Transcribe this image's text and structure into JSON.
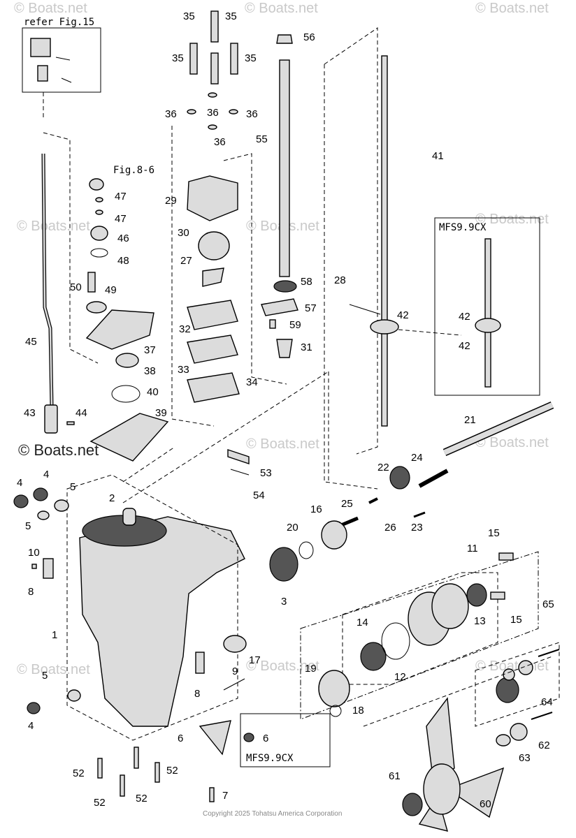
{
  "labels": [
    {
      "id": "lbl-35a",
      "text": "35"
    },
    {
      "id": "lbl-35b",
      "text": "35"
    },
    {
      "id": "lbl-35c",
      "text": "35"
    },
    {
      "id": "lbl-35d",
      "text": "35"
    },
    {
      "id": "lbl-36a",
      "text": "36"
    },
    {
      "id": "lbl-36b",
      "text": "36"
    },
    {
      "id": "lbl-36c",
      "text": "36"
    },
    {
      "id": "lbl-36d",
      "text": "36"
    },
    {
      "id": "lbl-56",
      "text": "56"
    },
    {
      "id": "lbl-55",
      "text": "55"
    },
    {
      "id": "lbl-41",
      "text": "41"
    },
    {
      "id": "lbl-47a",
      "text": "47"
    },
    {
      "id": "lbl-47b",
      "text": "47"
    },
    {
      "id": "lbl-46",
      "text": "46"
    },
    {
      "id": "lbl-48",
      "text": "48"
    },
    {
      "id": "lbl-29",
      "text": "29"
    },
    {
      "id": "lbl-30",
      "text": "30"
    },
    {
      "id": "lbl-27",
      "text": "27"
    },
    {
      "id": "lbl-50",
      "text": "50"
    },
    {
      "id": "lbl-49",
      "text": "49"
    },
    {
      "id": "lbl-58",
      "text": "58"
    },
    {
      "id": "lbl-57",
      "text": "57"
    },
    {
      "id": "lbl-59",
      "text": "59"
    },
    {
      "id": "lbl-31",
      "text": "31"
    },
    {
      "id": "lbl-28",
      "text": "28"
    },
    {
      "id": "lbl-42a",
      "text": "42"
    },
    {
      "id": "lbl-42b",
      "text": "42"
    },
    {
      "id": "lbl-42c",
      "text": "42"
    },
    {
      "id": "lbl-32",
      "text": "32"
    },
    {
      "id": "lbl-37",
      "text": "37"
    },
    {
      "id": "lbl-45",
      "text": "45"
    },
    {
      "id": "lbl-38",
      "text": "38"
    },
    {
      "id": "lbl-33",
      "text": "33"
    },
    {
      "id": "lbl-34",
      "text": "34"
    },
    {
      "id": "lbl-40",
      "text": "40"
    },
    {
      "id": "lbl-43",
      "text": "43"
    },
    {
      "id": "lbl-44",
      "text": "44"
    },
    {
      "id": "lbl-39",
      "text": "39"
    },
    {
      "id": "lbl-21",
      "text": "21"
    },
    {
      "id": "lbl-53",
      "text": "53"
    },
    {
      "id": "lbl-54",
      "text": "54"
    },
    {
      "id": "lbl-24",
      "text": "24"
    },
    {
      "id": "lbl-22",
      "text": "22"
    },
    {
      "id": "lbl-4a",
      "text": "4"
    },
    {
      "id": "lbl-4b",
      "text": "4"
    },
    {
      "id": "lbl-5a",
      "text": "5"
    },
    {
      "id": "lbl-5b",
      "text": "5"
    },
    {
      "id": "lbl-2",
      "text": "2"
    },
    {
      "id": "lbl-25",
      "text": "25"
    },
    {
      "id": "lbl-16",
      "text": "16"
    },
    {
      "id": "lbl-20",
      "text": "20"
    },
    {
      "id": "lbl-26",
      "text": "26"
    },
    {
      "id": "lbl-23",
      "text": "23"
    },
    {
      "id": "lbl-10",
      "text": "10"
    },
    {
      "id": "lbl-15a",
      "text": "15"
    },
    {
      "id": "lbl-11",
      "text": "11"
    },
    {
      "id": "lbl-8a",
      "text": "8"
    },
    {
      "id": "lbl-3",
      "text": "3"
    },
    {
      "id": "lbl-13",
      "text": "13"
    },
    {
      "id": "lbl-15b",
      "text": "15"
    },
    {
      "id": "lbl-65",
      "text": "65"
    },
    {
      "id": "lbl-14",
      "text": "14"
    },
    {
      "id": "lbl-1",
      "text": "1"
    },
    {
      "id": "lbl-17",
      "text": "17"
    },
    {
      "id": "lbl-19",
      "text": "19"
    },
    {
      "id": "lbl-12",
      "text": "12"
    },
    {
      "id": "lbl-9",
      "text": "9"
    },
    {
      "id": "lbl-5c",
      "text": "5"
    },
    {
      "id": "lbl-8b",
      "text": "8"
    },
    {
      "id": "lbl-18",
      "text": "18"
    },
    {
      "id": "lbl-4c",
      "text": "4"
    },
    {
      "id": "lbl-64",
      "text": "64"
    },
    {
      "id": "lbl-6a",
      "text": "6"
    },
    {
      "id": "lbl-6b",
      "text": "6"
    },
    {
      "id": "lbl-62",
      "text": "62"
    },
    {
      "id": "lbl-63",
      "text": "63"
    },
    {
      "id": "lbl-52a",
      "text": "52"
    },
    {
      "id": "lbl-52b",
      "text": "52"
    },
    {
      "id": "lbl-52c",
      "text": "52"
    },
    {
      "id": "lbl-52d",
      "text": "52"
    },
    {
      "id": "lbl-61",
      "text": "61"
    },
    {
      "id": "lbl-7",
      "text": "7"
    },
    {
      "id": "lbl-60",
      "text": "60"
    }
  ],
  "refs": {
    "fig15": "refer Fig.15",
    "fig86": "Fig.8-6",
    "variant_box_top": "MFS9.9CX",
    "variant_box_bottom": "MFS9.9CX"
  },
  "watermarks": {
    "brand": "© Boats.net",
    "brand_bold": "© Boats.net"
  },
  "copyright": "Copyright 2025 Tohatsu America Corporation"
}
